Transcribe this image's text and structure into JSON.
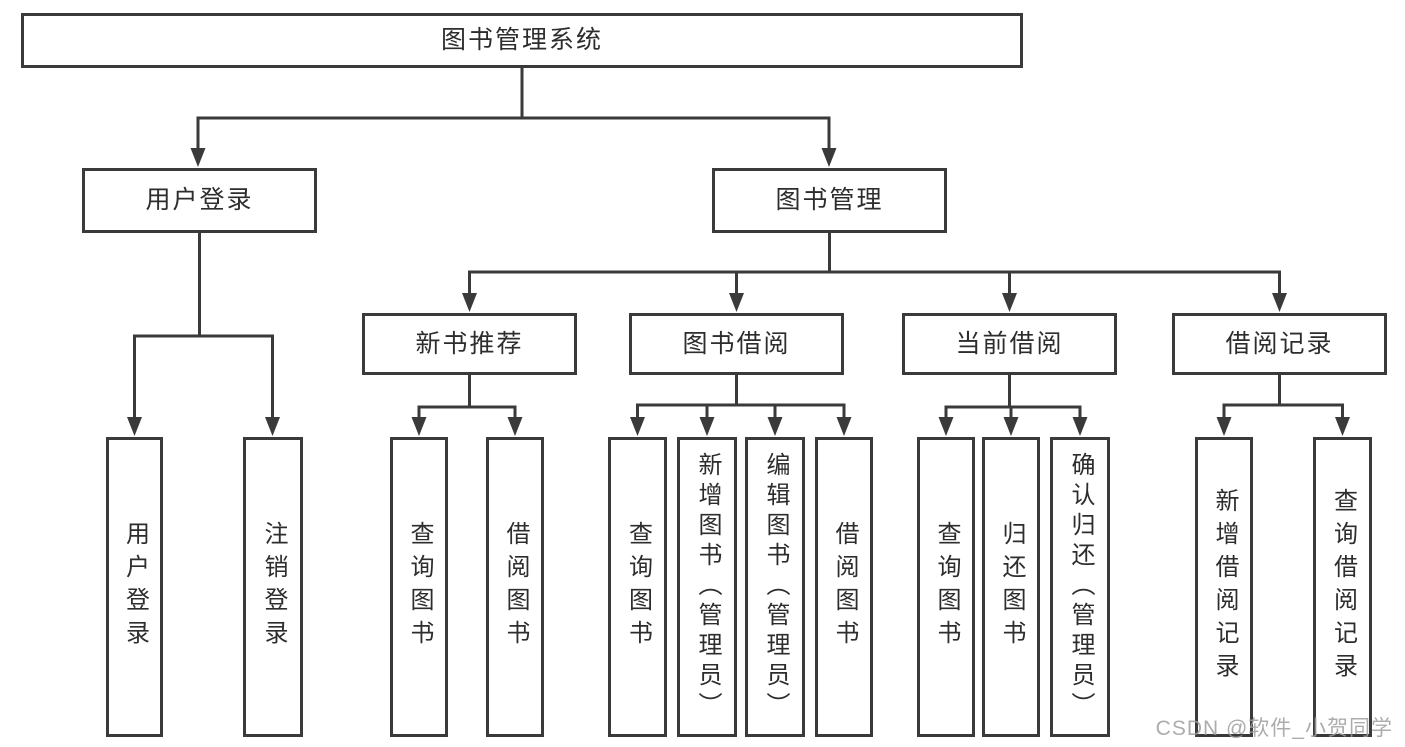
{
  "title": "图书管理系统",
  "watermark": "CSDN @软件_小贺同学",
  "colors": {
    "line": "#3a3a3a",
    "text": "#2d2d2d",
    "background": "#ffffff",
    "watermark": "#9e9e9e"
  },
  "nodes": {
    "root": {
      "label": "图书管理系统"
    },
    "level2": [
      {
        "label": "用户登录"
      },
      {
        "label": "图书管理"
      }
    ],
    "level3": [
      {
        "label": "新书推荐",
        "parent": "图书管理"
      },
      {
        "label": "图书借阅",
        "parent": "图书管理"
      },
      {
        "label": "当前借阅",
        "parent": "图书管理"
      },
      {
        "label": "借阅记录",
        "parent": "图书管理"
      }
    ],
    "leaves": [
      {
        "label": "用户登录",
        "parent": "用户登录"
      },
      {
        "label": "注销登录",
        "parent": "用户登录"
      },
      {
        "label": "查询图书",
        "parent": "新书推荐"
      },
      {
        "label": "借阅图书",
        "parent": "新书推荐"
      },
      {
        "label": "查询图书",
        "parent": "图书借阅"
      },
      {
        "label": "新增图书（管理员）",
        "parent": "图书借阅"
      },
      {
        "label": "编辑图书（管理员）",
        "parent": "图书借阅"
      },
      {
        "label": "借阅图书",
        "parent": "图书借阅"
      },
      {
        "label": "查询图书",
        "parent": "当前借阅"
      },
      {
        "label": "归还图书",
        "parent": "当前借阅"
      },
      {
        "label": "确认归还（管理员）",
        "parent": "当前借阅"
      },
      {
        "label": "新增借阅记录",
        "parent": "借阅记录"
      },
      {
        "label": "查询借阅记录",
        "parent": "借阅记录"
      }
    ]
  }
}
